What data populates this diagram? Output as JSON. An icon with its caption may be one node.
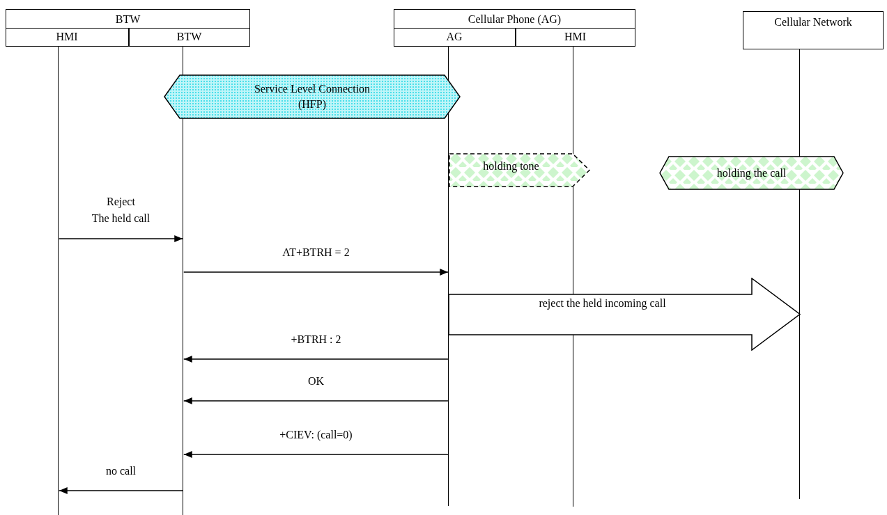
{
  "diagram": {
    "nodes": [
      {
        "text": [
          "BTW"
        ]
      },
      {
        "text": [
          "HMI"
        ],
        "in": 0
      },
      {
        "text": [
          "BTW"
        ],
        "in": 0
      },
      {
        "text": [
          "Cellular Phone (AG)"
        ]
      },
      {
        "text": [
          "AG"
        ],
        "in": 3
      },
      {
        "text": [
          "HMI"
        ],
        "in": 3
      },
      {
        "text": [
          "Cellular Network"
        ]
      },
      {
        "text": [
          "Service Level Connection (HFP)"
        ]
      },
      {
        "text": [
          "holding tone"
        ]
      },
      {
        "text": [
          "holding the call"
        ]
      },
      {
        "text": [
          "reject the held incoming call"
        ]
      },
      {
        "text": [],
        "shape": "line"
      },
      {
        "text": [],
        "shape": "line"
      },
      {
        "text": [],
        "shape": "line"
      },
      {
        "text": [],
        "shape": "line"
      },
      {
        "text": [],
        "shape": "line"
      }
    ],
    "edges": [
      {
        "from": 11,
        "to": 12,
        "arrow": "to",
        "label": "Reject The held call"
      },
      {
        "from": 12,
        "to": 13,
        "arrow": "to",
        "label": "AT+BTRH = 2"
      },
      {
        "from": 13,
        "to": 12,
        "arrow": "to",
        "label": "+BTRH : 2"
      },
      {
        "from": 13,
        "to": 12,
        "arrow": "to",
        "label": "OK"
      },
      {
        "from": 13,
        "to": 12,
        "arrow": "to",
        "label": "+CIEV: (call=0)"
      },
      {
        "from": 12,
        "to": 11,
        "arrow": "to",
        "label": "no call"
      }
    ]
  }
}
